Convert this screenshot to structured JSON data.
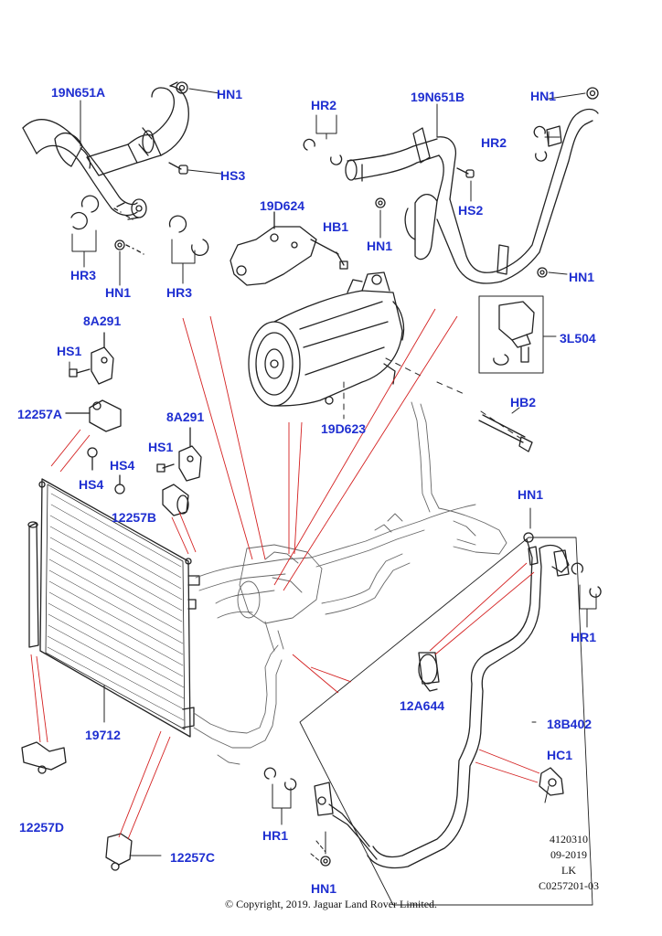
{
  "diagram": {
    "parts": [
      {
        "id": "p1",
        "label": "19N651A"
      },
      {
        "id": "p2",
        "label": "HN1"
      },
      {
        "id": "p3",
        "label": "HS3"
      },
      {
        "id": "p4",
        "label": "HR3"
      },
      {
        "id": "p5",
        "label": "HN1"
      },
      {
        "id": "p6",
        "label": "HR3"
      },
      {
        "id": "p7",
        "label": "HR2"
      },
      {
        "id": "p8",
        "label": "19N651B"
      },
      {
        "id": "p9",
        "label": "HN1"
      },
      {
        "id": "p10",
        "label": "HR2"
      },
      {
        "id": "p11",
        "label": "HS2"
      },
      {
        "id": "p12",
        "label": "HN1"
      },
      {
        "id": "p13",
        "label": "HN1"
      },
      {
        "id": "p14",
        "label": "19D624"
      },
      {
        "id": "p15",
        "label": "HB1"
      },
      {
        "id": "p16",
        "label": "3L504"
      },
      {
        "id": "p17",
        "label": "8A291"
      },
      {
        "id": "p18",
        "label": "HS1"
      },
      {
        "id": "p19",
        "label": "12257A"
      },
      {
        "id": "p20",
        "label": "HS4"
      },
      {
        "id": "p21",
        "label": "HS4"
      },
      {
        "id": "p22",
        "label": "8A291"
      },
      {
        "id": "p23",
        "label": "HS1"
      },
      {
        "id": "p24",
        "label": "12257B"
      },
      {
        "id": "p25",
        "label": "19D623"
      },
      {
        "id": "p26",
        "label": "HB2"
      },
      {
        "id": "p27",
        "label": "HN1"
      },
      {
        "id": "p28",
        "label": "HR1"
      },
      {
        "id": "p29",
        "label": "12A644"
      },
      {
        "id": "p30",
        "label": "18B402"
      },
      {
        "id": "p31",
        "label": "HC1"
      },
      {
        "id": "p32",
        "label": "19712"
      },
      {
        "id": "p33",
        "label": "12257D"
      },
      {
        "id": "p34",
        "label": "12257C"
      },
      {
        "id": "p35",
        "label": "HR1"
      },
      {
        "id": "p36",
        "label": "HN1"
      }
    ],
    "reference": {
      "number": "4120310",
      "date": "09-2019",
      "initials": "LK",
      "code": "C0257201-03"
    },
    "copyright": "© Copyright, 2019. Jaguar Land Rover Limited."
  },
  "colors": {
    "callout": "#1f2fd1",
    "leader_red": "#d42020",
    "line_art": "#222222"
  }
}
